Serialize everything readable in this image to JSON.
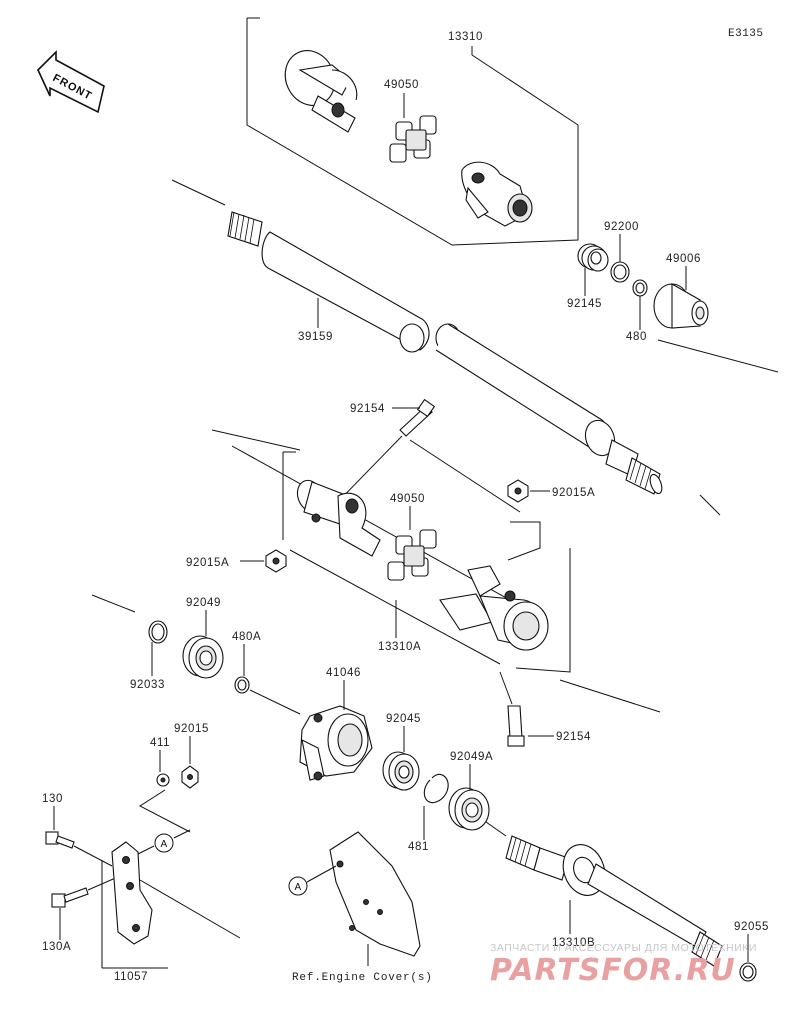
{
  "diagram": {
    "code": "E3135",
    "front_label": "FRONT",
    "ref_note": "Ref.Engine Cover(s)",
    "callouts": [
      "A",
      "A"
    ],
    "parts": {
      "p13310": "13310",
      "p49050_top": "49050",
      "p92200": "92200",
      "p49006": "49006",
      "p92145": "92145",
      "p480": "480",
      "p39159": "39159",
      "p92154_top": "92154",
      "p92015A_right": "92015A",
      "p49050_mid": "49050",
      "p92015A_left": "92015A",
      "p92049": "92049",
      "p480A": "480A",
      "p13310A": "13310A",
      "p92033": "92033",
      "p41046": "41046",
      "p92045": "92045",
      "p92154_bottom": "92154",
      "p411": "411",
      "p92015": "92015",
      "p92049A": "92049A",
      "p130": "130",
      "p481": "481",
      "p130A": "130A",
      "p13310B": "13310B",
      "p92055": "92055",
      "p11057": "11057"
    }
  },
  "watermark": {
    "line1": "ЗАПЧАСТИ И АКСЕССУАРЫ ДЛЯ МОТОТЕХНИКИ",
    "line2": "PARTSFOR.RU"
  }
}
